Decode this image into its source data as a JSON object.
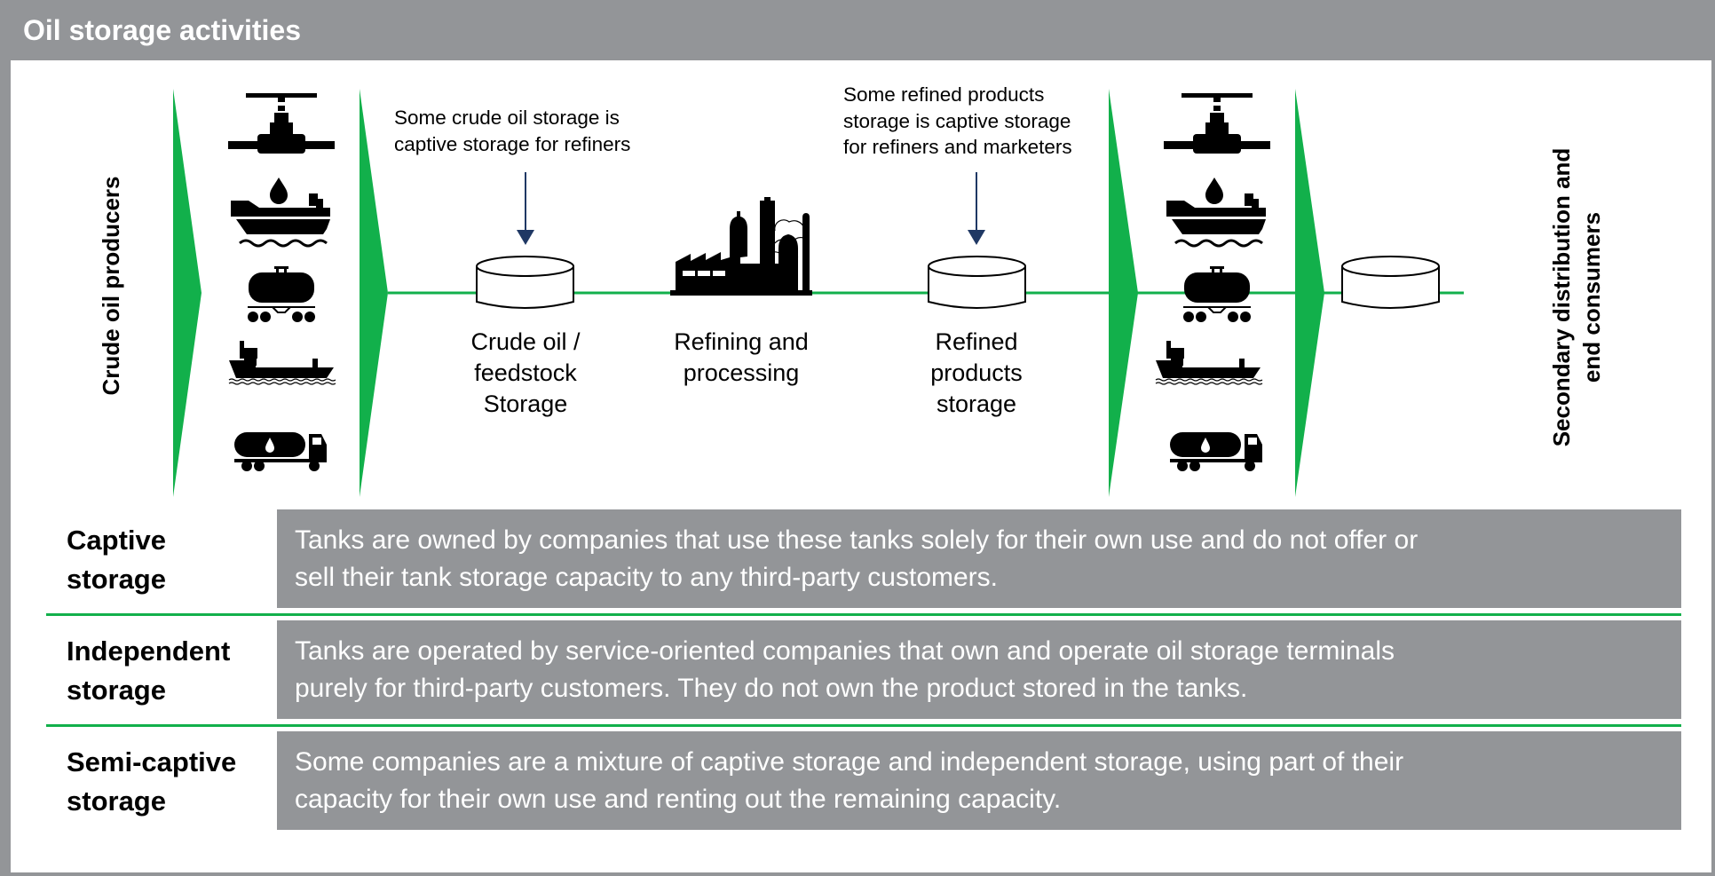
{
  "header": {
    "title": "Oil storage activities"
  },
  "colors": {
    "header_bg": "#939598",
    "accent_green": "#12b04b",
    "annotation_arrow": "#1f3864",
    "box_bg": "#939598",
    "box_text": "#ffffff"
  },
  "flow": {
    "source_label": "Crude oil producers",
    "end_label_lines": [
      "Secondary distribution and",
      "end consumers"
    ],
    "transport_modes": [
      {
        "icon": "pipeline-valve-icon",
        "label": "Pipeline"
      },
      {
        "icon": "oil-tanker-ship-icon",
        "label": "Tanker"
      },
      {
        "icon": "rail-tank-car-icon",
        "label": "Rail"
      },
      {
        "icon": "barge-icon",
        "label": "Barge"
      },
      {
        "icon": "tanker-truck-icon",
        "label": "Truck"
      }
    ],
    "stages": [
      {
        "icon": "storage-tank-icon",
        "label_lines": [
          "Crude oil /",
          "feedstock",
          "Storage"
        ]
      },
      {
        "icon": "refinery-icon",
        "label_lines": [
          "Refining and",
          "processing"
        ]
      },
      {
        "icon": "storage-tank-icon",
        "label_lines": [
          "Refined",
          "products",
          "storage"
        ]
      },
      {
        "icon": "storage-tank-icon",
        "label_lines": []
      }
    ],
    "annotations": [
      {
        "target": "crude-storage",
        "lines": [
          "Some crude oil storage is",
          "captive storage for refiners"
        ]
      },
      {
        "target": "refined-storage",
        "lines": [
          "Some refined products",
          "storage is captive storage",
          "for refiners and marketers"
        ]
      }
    ]
  },
  "storage_types": [
    {
      "label_lines": [
        "Captive",
        "storage"
      ],
      "description_lines": [
        "Tanks are owned by companies that use these tanks solely for their own use and do not offer or",
        "sell their tank storage capacity to any third-party customers."
      ]
    },
    {
      "label_lines": [
        "Independent",
        "storage"
      ],
      "description_lines": [
        "Tanks are operated by service-oriented companies that own and operate oil storage terminals",
        "purely for third-party customers. They do not own the product stored in the tanks."
      ]
    },
    {
      "label_lines": [
        "Semi-captive",
        "storage"
      ],
      "description_lines": [
        "Some companies are a mixture of captive storage and independent storage, using part of their",
        "capacity for  their own use and renting out the remaining capacity."
      ]
    }
  ]
}
